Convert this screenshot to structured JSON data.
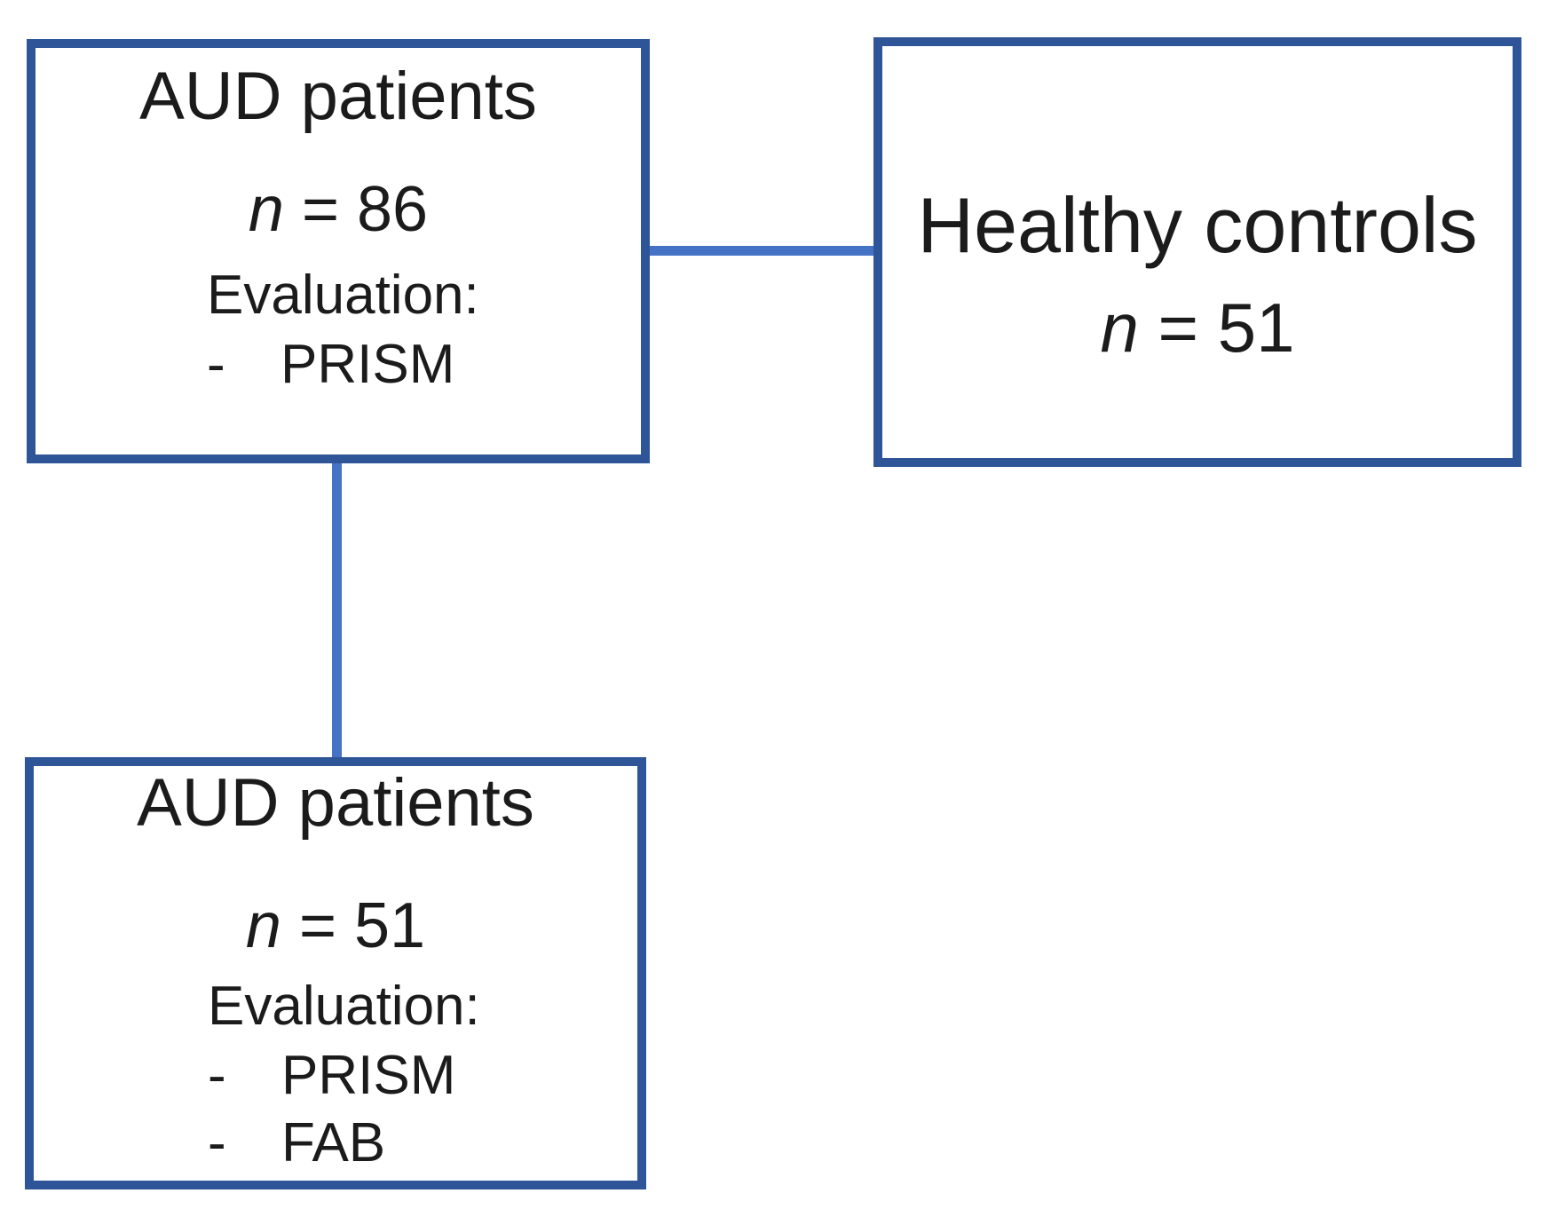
{
  "figure": {
    "type": "study-flowchart",
    "background_color": "#ffffff",
    "box_border_color": "#2e5597",
    "connector_color": "#4472c4",
    "text_color": "#1b1b1b"
  },
  "boxes": {
    "aud_baseline": {
      "title": "AUD patients",
      "n_var": "n",
      "n_rest": " = 86",
      "evaluation_label": "Evaluation:",
      "bullet": "-",
      "items": [
        "PRISM"
      ]
    },
    "healthy_controls": {
      "title": "Healthy controls",
      "n_var": "n",
      "n_rest": " = 51"
    },
    "aud_followup": {
      "title": "AUD patients",
      "n_var": "n",
      "n_rest": " = 51",
      "evaluation_label": "Evaluation:",
      "bullet": "-",
      "items": [
        "PRISM",
        "FAB"
      ]
    }
  },
  "connectors": [
    {
      "from": "aud_baseline",
      "to": "healthy_controls",
      "orientation": "horizontal"
    },
    {
      "from": "aud_baseline",
      "to": "aud_followup",
      "orientation": "vertical"
    }
  ]
}
